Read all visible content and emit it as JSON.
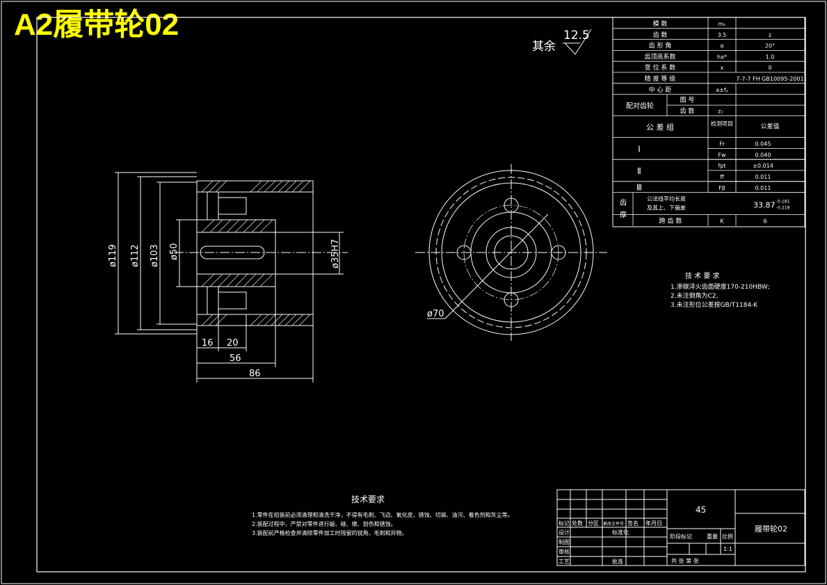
{
  "drawing_title": "A2履带轮02",
  "roughness": {
    "label": "其余",
    "value": "12.5"
  },
  "params_table": {
    "rows": [
      {
        "name": "模 数",
        "symbol": "mₙ",
        "value": ""
      },
      {
        "name": "齿 数",
        "symbol": "3.5",
        "value": "z"
      },
      {
        "name": "齿 形 角",
        "symbol": "α",
        "value": "20°"
      },
      {
        "name": "齿顶高系数",
        "symbol": "ha*",
        "value": "1.0"
      },
      {
        "name": "变 位 系 数",
        "symbol": "x",
        "value": "0"
      },
      {
        "name": "精 度 等 级",
        "symbol": "",
        "value": "7-7-7 FH GB10095-2001"
      },
      {
        "name": "中 心 距",
        "symbol": "a±fₐ",
        "value": ""
      }
    ],
    "mating": {
      "label": "配对齿轮",
      "sub1": "图 号",
      "sub2": "齿 数",
      "sub2_symbol": "z₁"
    },
    "tolerance": {
      "label": "公 差 组",
      "check_item": "检测项目",
      "tol_value": "公差值"
    },
    "groups": [
      {
        "name": "Ⅰ",
        "items": [
          {
            "sym": "Fr",
            "val": "0.045"
          },
          {
            "sym": "Fw",
            "val": "0.040"
          }
        ]
      },
      {
        "name": "Ⅱ",
        "items": [
          {
            "sym": "fpt",
            "val": "±0.014"
          },
          {
            "sym": "ff",
            "val": "0.011"
          }
        ]
      },
      {
        "name": "Ⅲ",
        "items": [
          {
            "sym": "Fβ",
            "val": "0.011"
          }
        ]
      }
    ],
    "tooth_thick": {
      "label": "齿厚",
      "line1": "公法线平均长度",
      "line2": "及其上、下偏差",
      "value": "33.87",
      "dev_up": "-0.181",
      "dev_low": "-0.218"
    },
    "span": {
      "label": "跨 齿 数",
      "sym": "K",
      "val": "6"
    }
  },
  "tech_req_right": {
    "title": "技 术 要 求",
    "items": [
      "1.渗碳淬火齿面硬度170-210HBW;",
      "2.未注倒角为C2,",
      "3.未注形位公差按GB/T1184-K"
    ]
  },
  "tech_req_bottom": {
    "title": "技术要求",
    "items": [
      "1.零件在组装前必须清理和清洗干净，不得有毛刺、飞边、氧化皮、锈蚀、切屑、油污、着色剂和灰尘等。",
      "2.装配过程中，严禁对零件进行敲、碰、擦、划伤和锈蚀。",
      "3.装配前严格检查并清除零件加工时残留的锐角、毛刺和异物。"
    ]
  },
  "dims_left": {
    "d1": "ø119",
    "d2": "ø112",
    "d3": "ø103",
    "d4": "ø50",
    "bore": "ø35H7",
    "w1": "16",
    "w2": "20",
    "w3": "56",
    "w4": "86"
  },
  "dims_right": {
    "d": "ø70"
  },
  "title_block": {
    "material": "45",
    "part_name": "履带轮02",
    "row_labels": [
      "标记",
      "处数",
      "分区",
      "更改文件号",
      "签名",
      "年月日"
    ],
    "design": "设计",
    "std": "标准化",
    "draw": "制图",
    "check": "审核",
    "craft": "工艺",
    "approve": "批准",
    "stage": "阶段标记",
    "weight": "重量",
    "scale_label": "比例",
    "scale": "1:1",
    "sheets": "共 张 第 张"
  },
  "colors": {
    "background": "#000000",
    "line": "#ffffff",
    "title": "#ffff00"
  }
}
